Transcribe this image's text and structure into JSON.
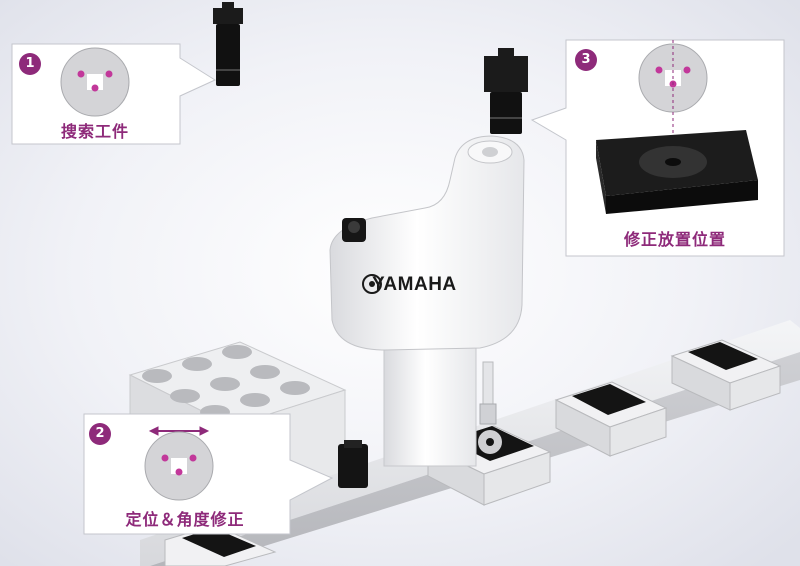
{
  "brand": {
    "name": "YAMAHA"
  },
  "callouts": [
    {
      "number": "1",
      "label": "搜索工件"
    },
    {
      "number": "2",
      "label": "定位＆角度修正"
    },
    {
      "number": "3",
      "label": "修正放置位置"
    }
  ],
  "colors": {
    "accent": "#8e2a7a",
    "marker": "#c2389a",
    "background": "#eef0f6"
  }
}
